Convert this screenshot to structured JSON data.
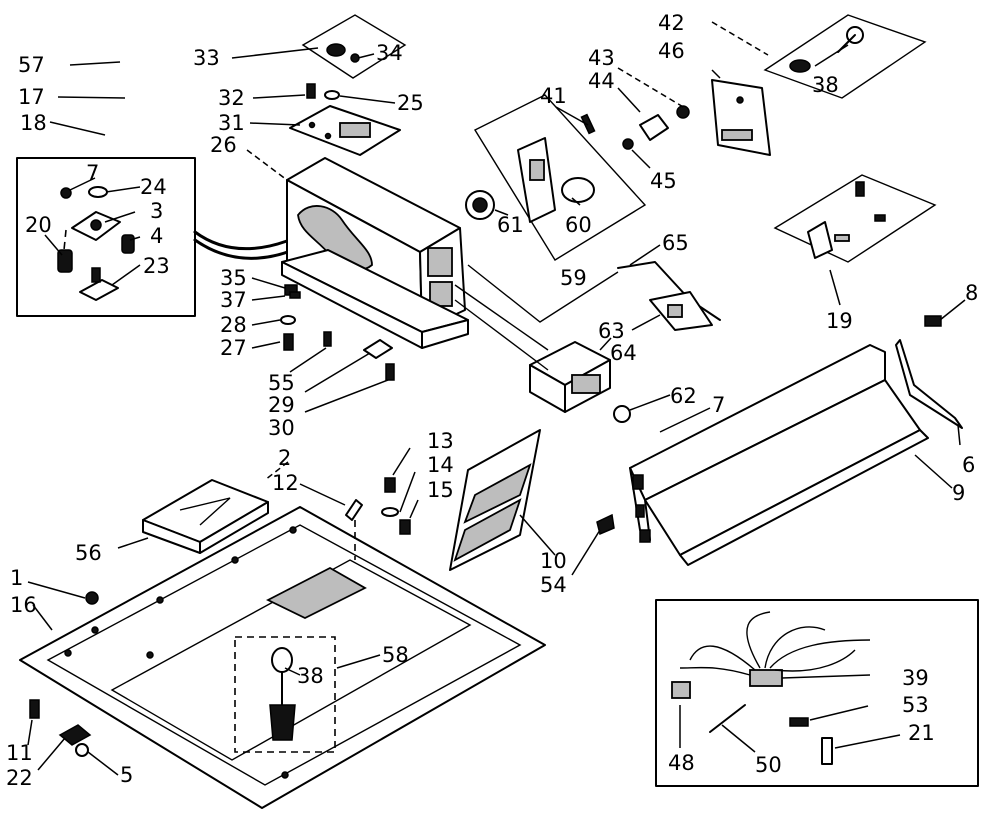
{
  "diagram": {
    "labels": [
      "57",
      "17",
      "18",
      "33",
      "34",
      "32",
      "25",
      "31",
      "26",
      "7",
      "24",
      "3",
      "20",
      "4",
      "23",
      "35",
      "37",
      "28",
      "27",
      "55",
      "29",
      "30",
      "41",
      "43",
      "44",
      "45",
      "61",
      "60",
      "59",
      "65",
      "63",
      "64",
      "62",
      "42",
      "46",
      "38",
      "19",
      "8",
      "6",
      "9",
      "2",
      "56",
      "12",
      "13",
      "14",
      "15",
      "10",
      "54",
      "1",
      "16",
      "58",
      "11",
      "22",
      "5",
      "39",
      "53",
      "21",
      "48",
      "50"
    ]
  }
}
